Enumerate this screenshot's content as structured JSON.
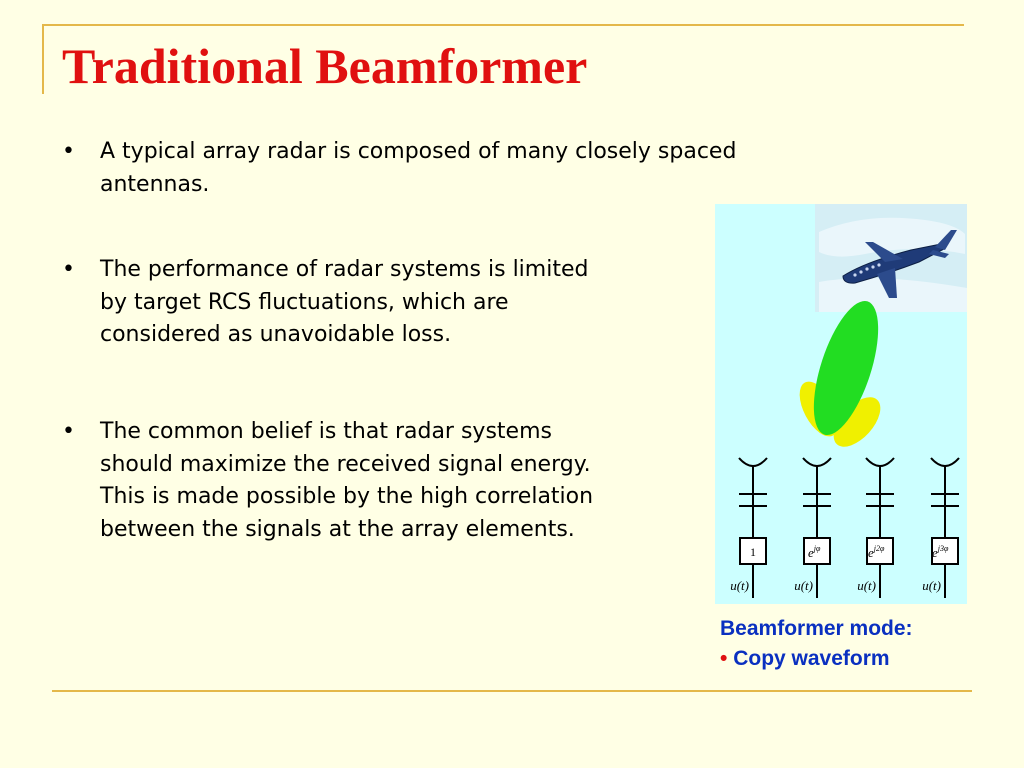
{
  "slide": {
    "title": "Traditional Beamformer",
    "bullet_symbol": "•",
    "bullets": [
      "A typical array radar is composed of many closely spaced antennas.",
      "The performance of radar systems is limited by target RCS fluctuations, which are considered as unavoidable loss.",
      "The common belief is that radar systems should maximize the received signal energy. This is made possible by the high correlation between the signals at the array elements."
    ]
  },
  "figure": {
    "weights": [
      "1",
      "e",
      "e",
      "e"
    ],
    "weight_exponents": [
      "",
      "jφ",
      "j2φ",
      "j3φ"
    ],
    "inputs": [
      "u(t)",
      "u(t)",
      "u(t)",
      "u(t)"
    ]
  },
  "caption": {
    "heading": "Beamformer mode:",
    "bullet": "•",
    "item": "Copy waveform"
  },
  "colors": {
    "background": "#FFFFE5",
    "title": "#E01010",
    "frame": "#E4B84A",
    "figure_bg": "#CCFFFF",
    "main_lobe": "#22DD22",
    "side_lobe": "#F0F000",
    "caption": "#0A30C0"
  },
  "icons": [
    "airplane-icon",
    "antenna-icon"
  ]
}
